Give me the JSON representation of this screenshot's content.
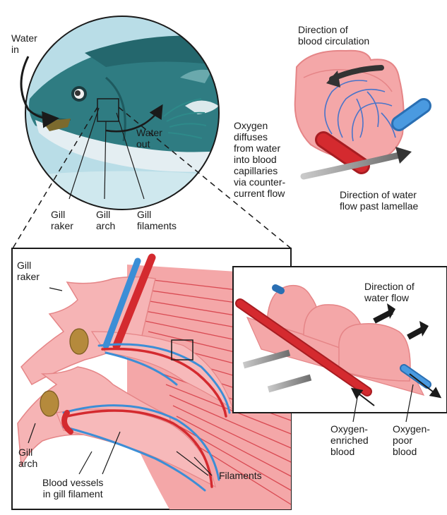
{
  "labels": {
    "water_in": [
      "Water",
      "in"
    ],
    "water_out": [
      "Water",
      "out"
    ],
    "gill_raker_top": [
      "Gill",
      "raker"
    ],
    "gill_arch_top": [
      "Gill",
      "arch"
    ],
    "gill_filaments": [
      "Gill",
      "filaments"
    ],
    "direction_blood": [
      "Direction of",
      "blood circulation"
    ],
    "oxygen_diffuses": [
      "Oxygen",
      "diffuses",
      "from water",
      "into blood",
      "capillaries",
      "via counter-",
      "current flow"
    ],
    "direction_water_lamellae": [
      "Direction of water",
      "flow past lamellae"
    ],
    "gill_raker_bottom": [
      "Gill",
      "raker"
    ],
    "gill_arch_bottom": [
      "Gill",
      "arch"
    ],
    "blood_vessels": [
      "Blood vessels",
      "in gill filament"
    ],
    "filaments": [
      "Filaments"
    ],
    "direction_water_flow": [
      "Direction of",
      "water flow"
    ],
    "oxygen_enriched": [
      "Oxygen-",
      "enriched",
      "blood"
    ],
    "oxygen_poor": [
      "Oxygen-",
      "poor",
      "blood"
    ]
  },
  "colors": {
    "water": "#b8dce6",
    "fish_body": "#2f7c82",
    "fish_belly": "#e4eef2",
    "tissue": "#f4a7a8",
    "tissue_dark": "#e58587",
    "artery_red": "#d42a2f",
    "vein_blue": "#3c8ed6",
    "arrow_dark": "#1a1a1a"
  }
}
